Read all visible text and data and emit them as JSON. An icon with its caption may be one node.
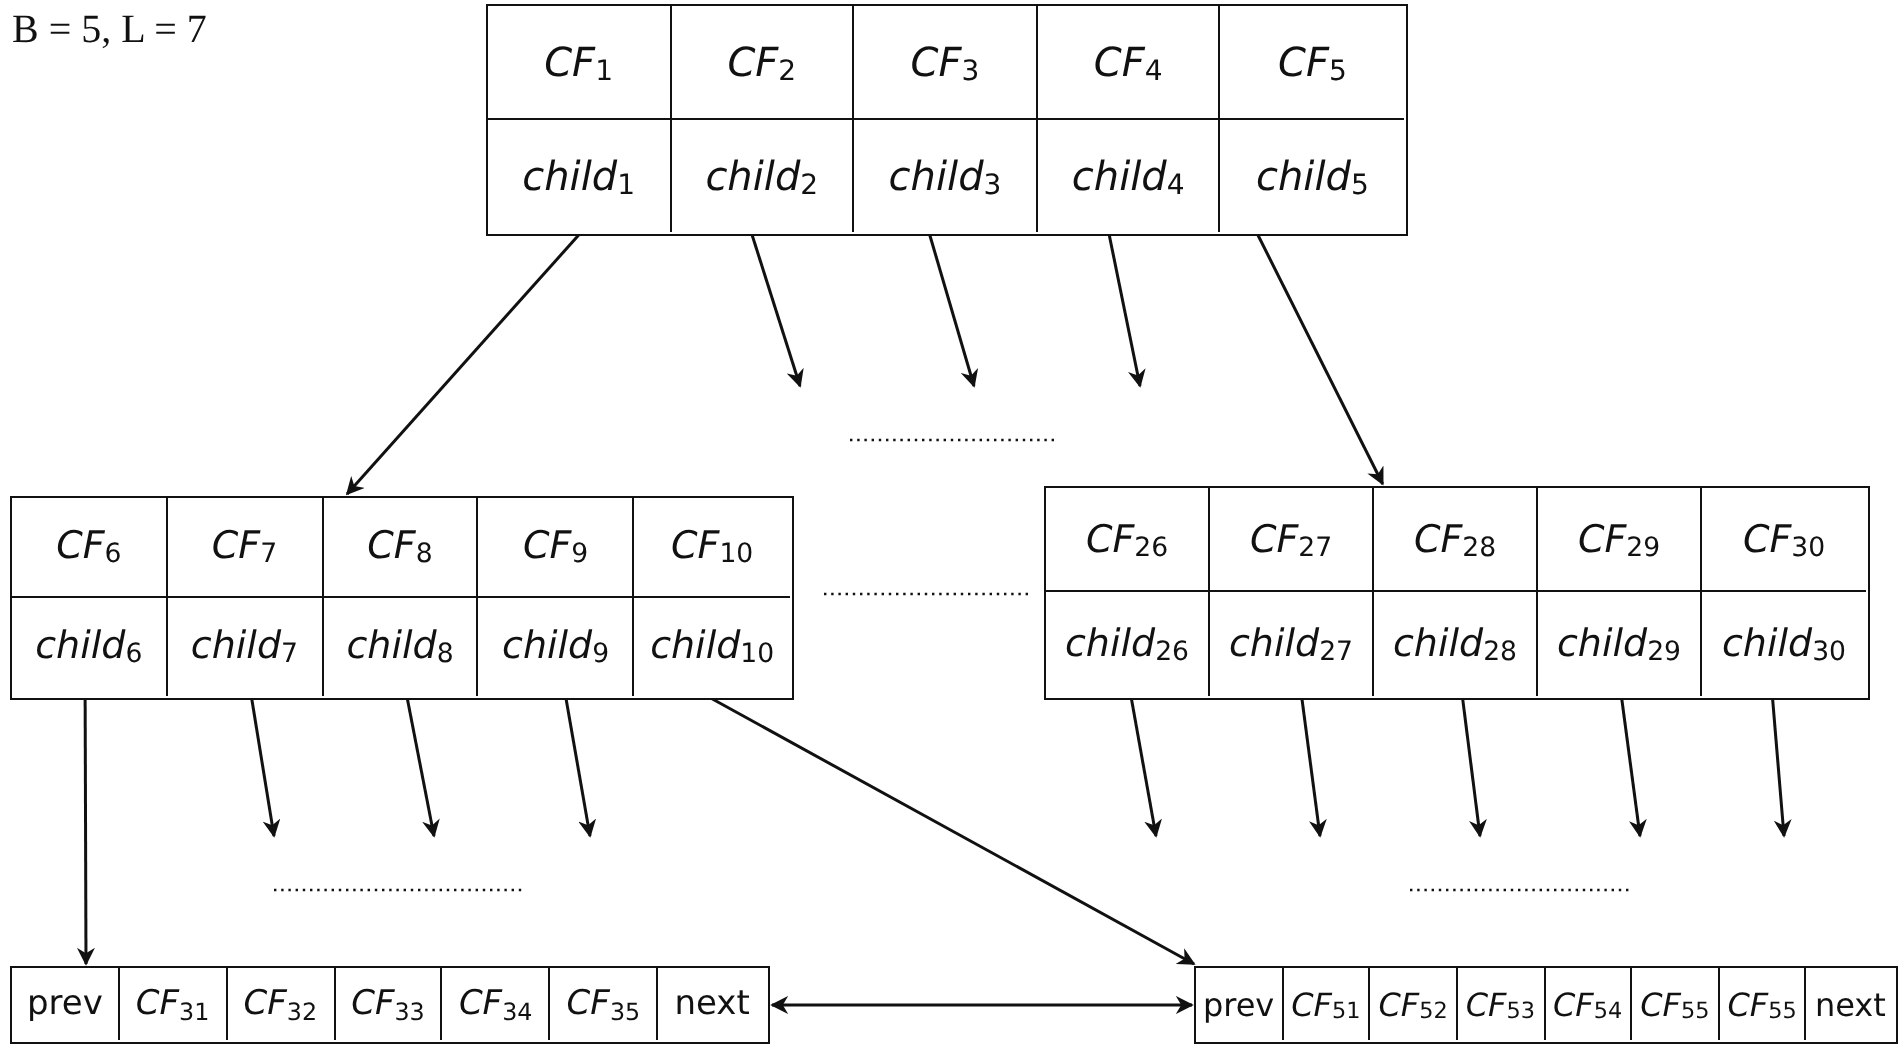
{
  "diagram": {
    "nodes": [
      {
        "text": [],
        "shape": "box"
      },
      {
        "text": [
          "*CF*$_{1}$"
        ],
        "in": 0
      },
      {
        "text": [
          "*CF*$_{2}$"
        ],
        "in": 0
      },
      {
        "text": [
          "*CF*$_{3}$"
        ],
        "in": 0
      },
      {
        "text": [
          "*CF*$_{4}$"
        ],
        "in": 0
      },
      {
        "text": [
          "*CF*$_{5}$"
        ],
        "in": 0
      },
      {
        "text": [
          "*child*$_{1}$"
        ],
        "in": 0
      },
      {
        "text": [
          "*child*$_{2}$"
        ],
        "in": 0
      },
      {
        "text": [
          "*child*$_{3}$"
        ],
        "in": 0
      },
      {
        "text": [
          "*child*$_{4}$"
        ],
        "in": 0
      },
      {
        "text": [
          "*child*$_{5}$"
        ],
        "in": 0
      },
      {
        "text": [],
        "shape": "box"
      },
      {
        "text": [
          "*CF*$_{6}$"
        ],
        "in": 11
      },
      {
        "text": [
          "*CF*$_{7}$"
        ],
        "in": 11
      },
      {
        "text": [
          "*CF*$_{8}$"
        ],
        "in": 11
      },
      {
        "text": [
          "*CF*$_{9}$"
        ],
        "in": 11
      },
      {
        "text": [
          "*CF*$_{10}$"
        ],
        "in": 11
      },
      {
        "text": [
          "*child*$_{6}$"
        ],
        "in": 11
      },
      {
        "text": [
          "*child*$_{7}$"
        ],
        "in": 11
      },
      {
        "text": [
          "*child*$_{8}$"
        ],
        "in": 11
      },
      {
        "text": [
          "*child*$_{9}$"
        ],
        "in": 11
      },
      {
        "text": [
          "*child*$_{10}$"
        ],
        "in": 11
      },
      {
        "text": [],
        "shape": "box"
      },
      {
        "text": [
          "*CF*$_{26}$"
        ],
        "in": 22
      },
      {
        "text": [
          "*CF*$_{27}$"
        ],
        "in": 22
      },
      {
        "text": [
          "*CF*$_{28}$"
        ],
        "in": 22
      },
      {
        "text": [
          "*CF*$_{29}$"
        ],
        "in": 22
      },
      {
        "text": [
          "*CF*$_{30}$"
        ],
        "in": 22
      },
      {
        "text": [
          "*child*$_{26}$"
        ],
        "in": 22
      },
      {
        "text": [
          "*child*$_{27}$"
        ],
        "in": 22
      },
      {
        "text": [
          "*child*$_{28}$"
        ],
        "in": 22
      },
      {
        "text": [
          "*child*$_{29}$"
        ],
        "in": 22
      },
      {
        "text": [
          "*child*$_{30}$"
        ],
        "in": 22
      },
      {
        "text": [],
        "shape": "box"
      },
      {
        "text": [
          "prev"
        ],
        "in": 33
      },
      {
        "text": [
          "*CF*$_{31}$"
        ],
        "in": 33
      },
      {
        "text": [
          "*CF*$_{32}$"
        ],
        "in": 33
      },
      {
        "text": [
          "*CF*$_{33}$"
        ],
        "in": 33
      },
      {
        "text": [
          "*CF*$_{34}$"
        ],
        "in": 33
      },
      {
        "text": [
          "*CF*$_{35}$"
        ],
        "in": 33
      },
      {
        "text": [
          "next"
        ],
        "in": 33
      },
      {
        "text": [],
        "shape": "box"
      },
      {
        "text": [
          "prev"
        ],
        "in": 41
      },
      {
        "text": [
          "*CF*$_{51}$"
        ],
        "in": 41
      },
      {
        "text": [
          "*CF*$_{52}$"
        ],
        "in": 41
      },
      {
        "text": [
          "*CF*$_{53}$"
        ],
        "in": 41
      },
      {
        "text": [
          "*CF*$_{54}$"
        ],
        "in": 41
      },
      {
        "text": [
          "*CF*$_{55}$"
        ],
        "in": 41
      },
      {
        "text": [
          "*CF*$_{55}$"
        ],
        "in": 41
      },
      {
        "text": [
          "next"
        ],
        "in": 41
      }
    ],
    "edges": [
      {
        "from": 6,
        "to": 11,
        "arrow": "to"
      },
      {
        "from": 7,
        "to": null,
        "arrow": "to"
      },
      {
        "from": 8,
        "to": null,
        "arrow": "to"
      },
      {
        "from": 9,
        "to": null,
        "arrow": "to"
      },
      {
        "from": 10,
        "to": 22,
        "arrow": "to"
      },
      {
        "from": 17,
        "to": 33,
        "arrow": "to"
      },
      {
        "from": 18,
        "to": null,
        "arrow": "to"
      },
      {
        "from": 19,
        "to": null,
        "arrow": "to"
      },
      {
        "from": 20,
        "to": null,
        "arrow": "to"
      },
      {
        "from": 21,
        "to": 41,
        "arrow": "to"
      },
      {
        "from": 28,
        "to": null,
        "arrow": "to"
      },
      {
        "from": 29,
        "to": null,
        "arrow": "to"
      },
      {
        "from": 30,
        "to": null,
        "arrow": "to"
      },
      {
        "from": 31,
        "to": null,
        "arrow": "to"
      },
      {
        "from": 32,
        "to": null,
        "arrow": "to"
      },
      {
        "from": 33,
        "to": 41,
        "arrow": "both"
      }
    ],
    "labels": [
      "B = 5, L = 7"
    ]
  }
}
